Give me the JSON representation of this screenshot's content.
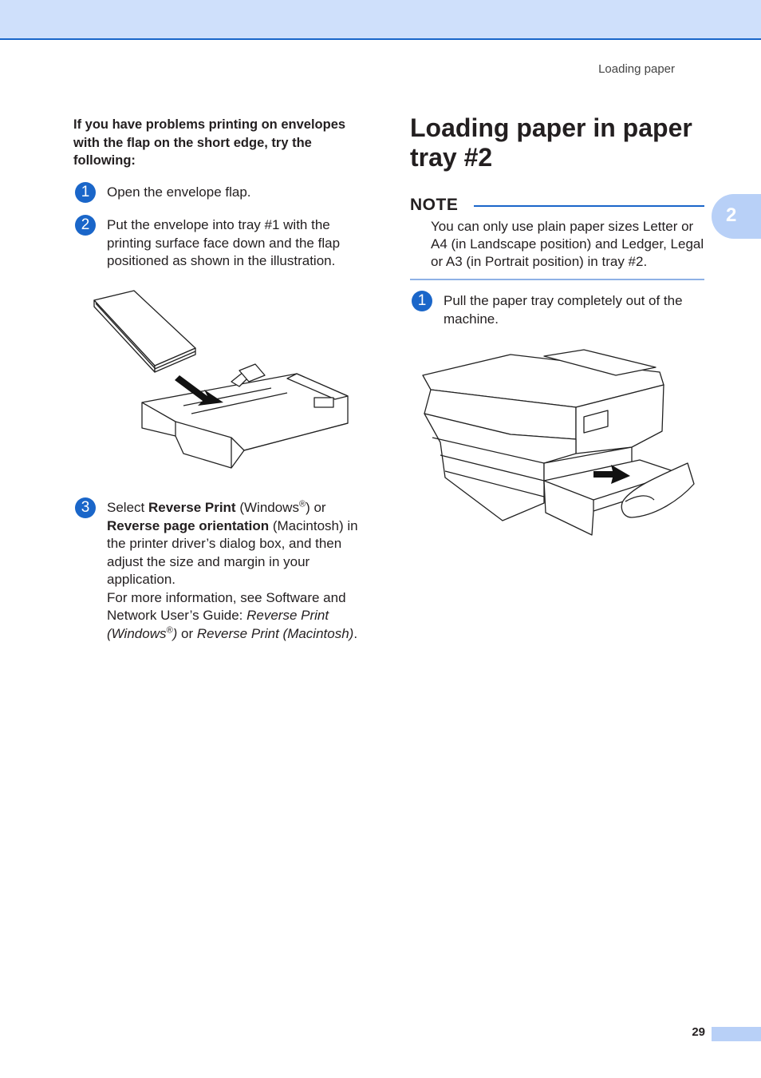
{
  "header": {
    "running_head": "Loading paper",
    "chapter_tab": "2"
  },
  "left": {
    "intro": "If you have problems printing on envelopes with the flap on the short edge, try the following:",
    "steps": [
      {
        "num": "1",
        "text": "Open the envelope flap."
      },
      {
        "num": "2",
        "text": "Put the envelope into tray #1 with the printing surface face down and the flap positioned as shown in the illustration."
      },
      {
        "num": "3",
        "select": "Select ",
        "reverse_print": "Reverse Print",
        "windows": " (Windows",
        "reg": "®",
        "or": ") or",
        "reverse_page": "Reverse page orientation",
        "mac_rest": " (Macintosh) in the printer driver’s dialog box, and then adjust the size and margin in your application.",
        "more_info": "For more information, see Software and Network User’s Guide: ",
        "ref1": "Reverse Print (Windows",
        "ref1_reg": "®",
        "ref1_end": ")",
        "or2": " or ",
        "ref2": "Reverse Print (Macintosh)",
        "period": "."
      }
    ]
  },
  "right": {
    "title": "Loading paper in paper tray #2",
    "note_label": "NOTE",
    "note_text": "You can only use plain paper sizes Letter or A4 (in Landscape position) and Ledger, Legal or A3 (in Portrait position) in tray #2.",
    "step": {
      "num": "1",
      "text": "Pull the paper tray completely out of the machine."
    }
  },
  "footer": {
    "page_number": "29"
  },
  "colors": {
    "accent": "#1a66c9",
    "band": "#cfe0fb",
    "tab": "#b8d0f7"
  }
}
